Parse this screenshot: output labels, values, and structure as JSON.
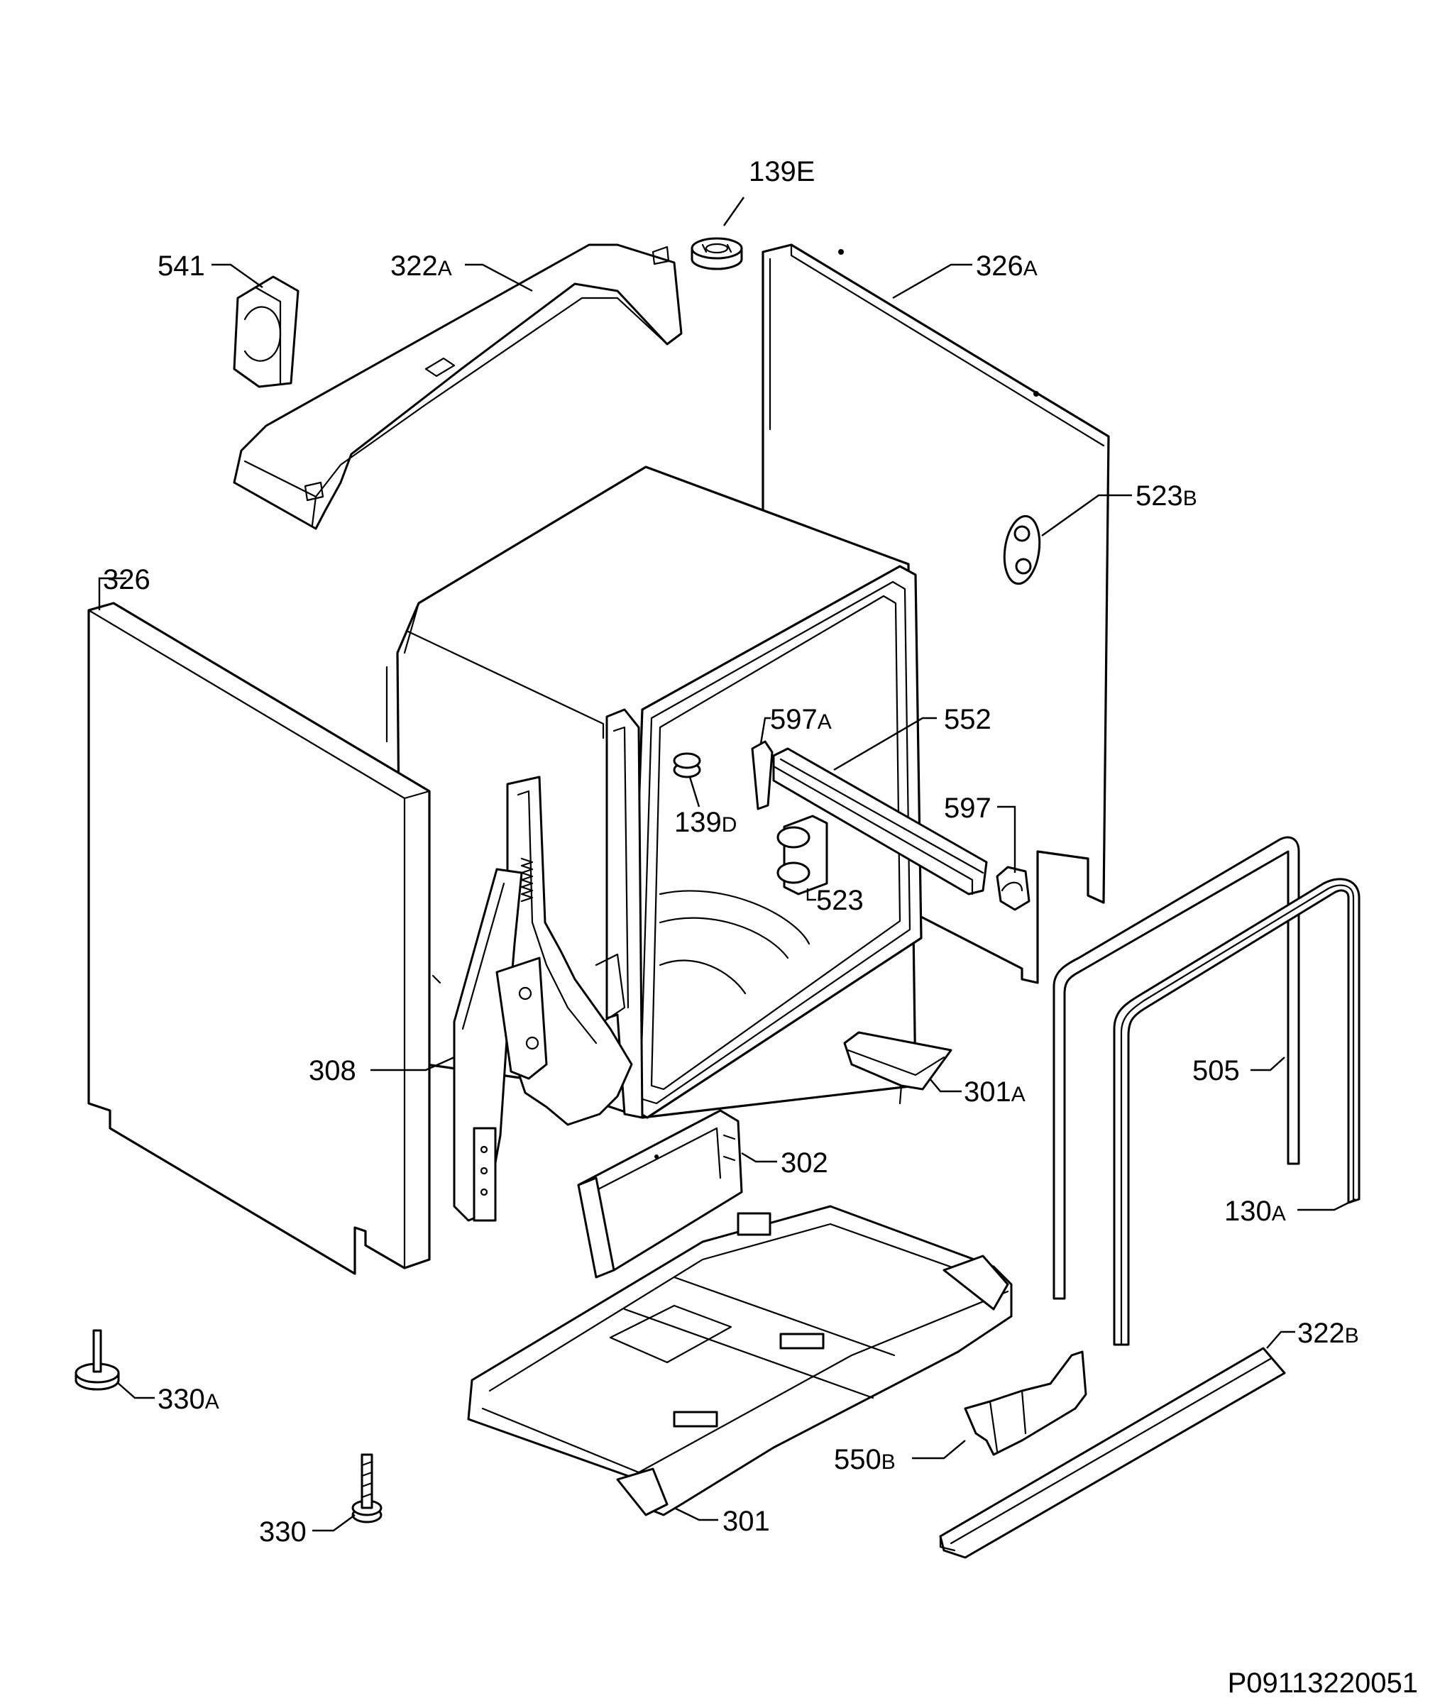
{
  "document_number": "P09113220051",
  "callouts": {
    "c139E": {
      "main": "139E",
      "suffix": ""
    },
    "c541": {
      "main": "541",
      "suffix": ""
    },
    "c322A": {
      "main": "322",
      "suffix": "A"
    },
    "c326A": {
      "main": "326",
      "suffix": "A"
    },
    "c523B": {
      "main": "523",
      "suffix": "B"
    },
    "c326": {
      "main": "326",
      "suffix": ""
    },
    "c597A": {
      "main": "597",
      "suffix": "A"
    },
    "c552": {
      "main": "552",
      "suffix": ""
    },
    "c597": {
      "main": "597",
      "suffix": ""
    },
    "c139D": {
      "main": "139",
      "suffix": "D"
    },
    "c523": {
      "main": "523",
      "suffix": ""
    },
    "c308": {
      "main": "308",
      "suffix": ""
    },
    "c301A": {
      "main": "301",
      "suffix": "A"
    },
    "c505": {
      "main": "505",
      "suffix": ""
    },
    "c302": {
      "main": "302",
      "suffix": ""
    },
    "c130A": {
      "main": "130",
      "suffix": "A"
    },
    "c322B": {
      "main": "322",
      "suffix": "B"
    },
    "c330A": {
      "main": "330",
      "suffix": "A"
    },
    "c550B": {
      "main": "550",
      "suffix": "B"
    },
    "c301": {
      "main": "301",
      "suffix": ""
    },
    "c330": {
      "main": "330",
      "suffix": ""
    }
  }
}
